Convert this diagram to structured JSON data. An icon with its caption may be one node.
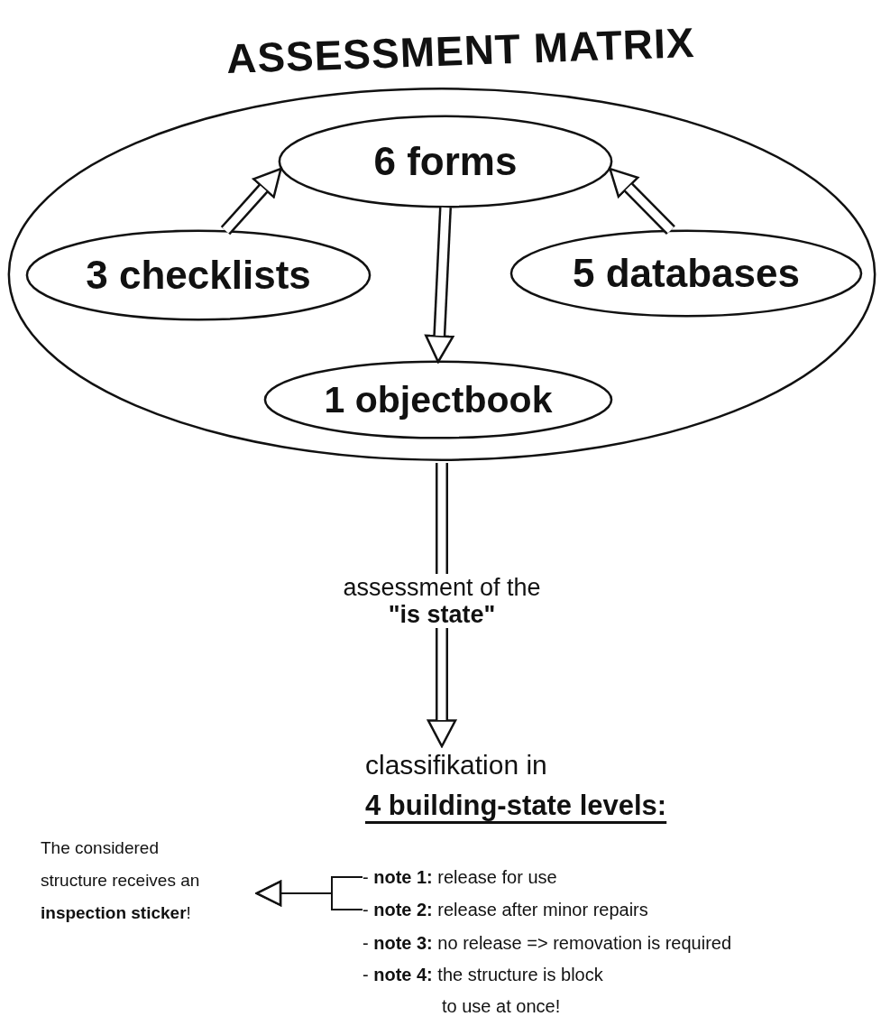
{
  "diagram": {
    "nodes": [
      {
        "text": [
          "ASSESSMENT MATRIX"
        ]
      },
      {
        "text": [
          "6 forms"
        ],
        "in": 0
      },
      {
        "text": [
          "3 checklists"
        ],
        "in": 0
      },
      {
        "text": [
          "5 databases"
        ],
        "in": 0
      },
      {
        "text": [
          "1 objectbook"
        ],
        "in": 0
      },
      {
        "text": [
          "classifikation in",
          "4 building-state levels:"
        ]
      },
      {
        "text": [
          "- **note 1:** release for use"
        ]
      },
      {
        "text": [
          "- **note 2:** release after minor repairs"
        ]
      },
      {
        "text": [
          "The considered structure receives an **inspection sticker**!"
        ]
      }
    ],
    "edges": [
      {
        "from": 2,
        "to": 1,
        "arrow": "to"
      },
      {
        "from": 3,
        "to": 1,
        "arrow": "to"
      },
      {
        "from": 1,
        "to": 4,
        "arrow": "to"
      },
      {
        "from": 0,
        "to": 5,
        "arrow": "to",
        "label": "assessment of the **\"is state\"**"
      },
      {
        "from": 6,
        "to": 8,
        "arrow": "to"
      },
      {
        "from": 7,
        "to": 8,
        "arrow": "to"
      }
    ],
    "labels": [
      "- **note 3:** no release => removation is required",
      "- **note 4:** the structure is block to use at once!"
    ]
  }
}
